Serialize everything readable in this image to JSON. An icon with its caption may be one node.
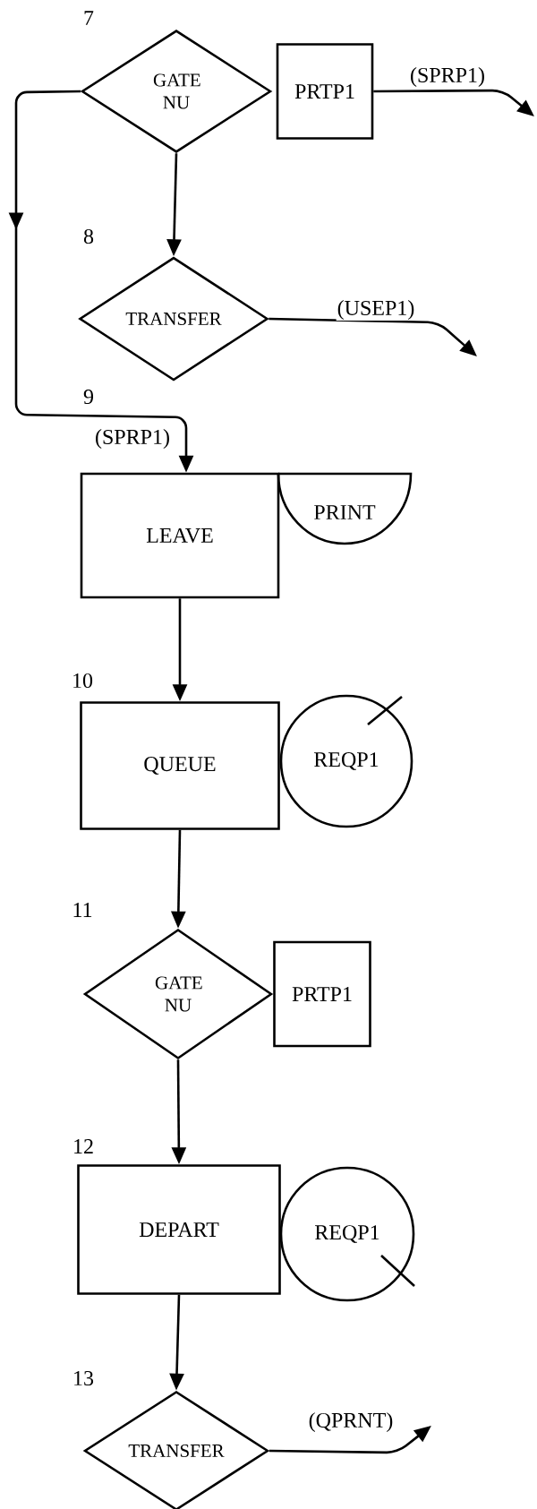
{
  "diagram": {
    "nodes": [
      {
        "text": [
          "GATE NU"
        ],
        "beside": [
          "7"
        ]
      },
      {
        "text": [
          "PRTP1"
        ]
      },
      {
        "text": [
          "TRANSFER"
        ],
        "beside": [
          "8"
        ]
      },
      {
        "text": [
          "LEAVE"
        ]
      },
      {
        "text": [
          "PRINT"
        ]
      },
      {
        "text": [
          "QUEUE"
        ],
        "beside": [
          "10"
        ]
      },
      {
        "text": [
          "REQP1"
        ]
      },
      {
        "text": [
          "GATE NU"
        ],
        "beside": [
          "11"
        ]
      },
      {
        "text": [
          "PRTP1"
        ]
      },
      {
        "text": [
          "DEPART"
        ],
        "beside": [
          "12"
        ]
      },
      {
        "text": [
          "REQP1"
        ]
      },
      {
        "text": [
          "TRANSFER"
        ],
        "beside": [
          "13"
        ]
      }
    ],
    "edges": [
      {
        "from": 0,
        "to": 2,
        "arrow": "to"
      },
      {
        "from": 0,
        "to": 3,
        "arrow": "to",
        "label": "(SPRP1)"
      },
      {
        "from": 1,
        "to": null,
        "arrow": "to",
        "label": "(SPRP1)"
      },
      {
        "from": 2,
        "to": null,
        "arrow": "to",
        "label": "(USEP1)"
      },
      {
        "from": 3,
        "to": 5,
        "arrow": "to"
      },
      {
        "from": 5,
        "to": 7,
        "arrow": "to"
      },
      {
        "from": 7,
        "to": 9,
        "arrow": "to"
      },
      {
        "from": 9,
        "to": 11,
        "arrow": "to"
      },
      {
        "from": 11,
        "to": null,
        "arrow": "to",
        "label": "(QPRNT)"
      }
    ],
    "labels": [
      "9"
    ]
  }
}
